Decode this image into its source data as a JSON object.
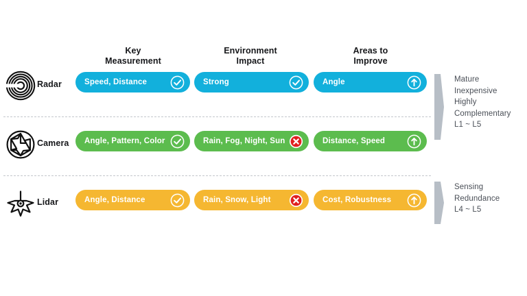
{
  "columns": [
    {
      "label": "Key\nMeasurement"
    },
    {
      "label": "Environment\nImpact"
    },
    {
      "label": "Areas to\nImprove"
    }
  ],
  "colors": {
    "radar": "#12B0DC",
    "camera": "#5CBC4E",
    "lidar": "#F5B731",
    "reject_badge": "#E02020",
    "bracket": "#B7BEC6",
    "text_dark": "#16171a",
    "text_gray": "#4a4f57",
    "separator": "#c3c6cb"
  },
  "rows": [
    {
      "sensor": "Radar",
      "icon": "radar-waves-icon",
      "color": "#12B0DC",
      "cells": [
        {
          "text": "Speed, Distance",
          "badge": "check-icon"
        },
        {
          "text": "Strong",
          "badge": "check-icon"
        },
        {
          "text": "Angle",
          "badge": "up-arrow-icon"
        }
      ]
    },
    {
      "sensor": "Camera",
      "icon": "camera-aperture-icon",
      "color": "#5CBC4E",
      "cells": [
        {
          "text": "Angle, Pattern, Color",
          "badge": "check-icon"
        },
        {
          "text": "Rain, Fog, Night, Sun",
          "badge": "cross-icon"
        },
        {
          "text": "Distance, Speed",
          "badge": "up-arrow-icon"
        }
      ]
    },
    {
      "sensor": "Lidar",
      "icon": "lidar-burst-icon",
      "color": "#F5B731",
      "cells": [
        {
          "text": "Angle, Distance",
          "badge": "check-icon"
        },
        {
          "text": "Rain, Snow, Light",
          "badge": "cross-icon"
        },
        {
          "text": "Cost, Robustness",
          "badge": "up-arrow-icon"
        }
      ]
    }
  ],
  "annotations": [
    {
      "text": "Mature\nInexpensive\nHighly\nComplementary\nL1 ~ L5"
    },
    {
      "text": "Sensing\nRedundance\nL4 ~ L5"
    }
  ]
}
